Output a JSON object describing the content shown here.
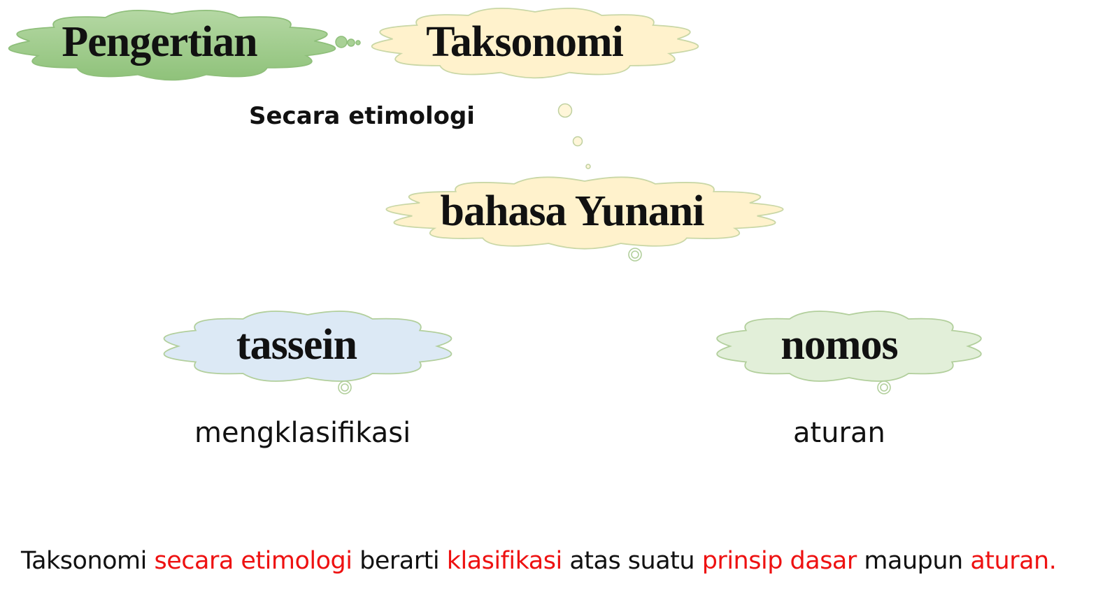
{
  "clouds": {
    "pengertian": {
      "label": "Pengertian",
      "fill": "#9ccb86",
      "stroke": "#8fbf7b"
    },
    "taksonomi": {
      "label": "Taksonomi",
      "fill": "#fff2cc",
      "stroke": "#c9d7a6"
    },
    "bahasa_yunani": {
      "label": "bahasa Yunani",
      "fill": "#fff2cc",
      "stroke": "#c9d7a6"
    },
    "tassein": {
      "label": "tassein",
      "fill": "#dce9f5",
      "stroke": "#b2cf9c"
    },
    "nomos": {
      "label": "nomos",
      "fill": "#e2efd9",
      "stroke": "#b2cf9c"
    }
  },
  "labels": {
    "etimologi": "Secara etimologi",
    "mengklasifikasi": "mengklasifikasi",
    "aturan": "aturan"
  },
  "conclusion": {
    "p1": "Taksonomi ",
    "h1": "secara etimologi",
    "p2": " berarti ",
    "h2": "klasifikasi",
    "p3": " atas suatu ",
    "h3": "prinsip dasar",
    "p4": " maupun ",
    "h4": "aturan."
  },
  "colors": {
    "text": "#111111",
    "highlight": "#ee1111"
  }
}
